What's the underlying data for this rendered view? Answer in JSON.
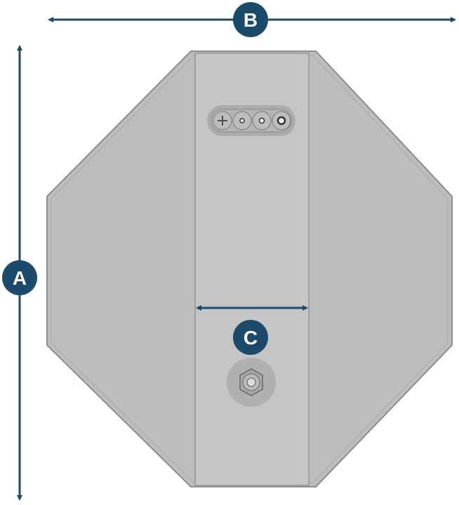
{
  "labels": {
    "a": "A",
    "b": "B",
    "c": "C"
  },
  "connector_symbols": [
    "+"
  ],
  "colors": {
    "accent": "#1b4a6b",
    "body": "#bebebe",
    "panel": "#c6c6c6",
    "edge": "#8f8f8f"
  }
}
